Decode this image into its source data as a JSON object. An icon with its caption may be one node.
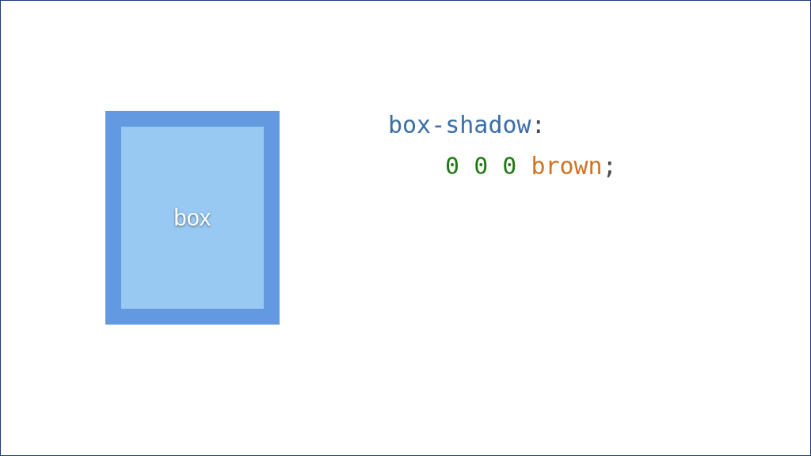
{
  "diagram": {
    "nodes": [
      {
        "text": [
          "box"
        ]
      }
    ],
    "labels": [
      "box-shadow:",
      "0 0 0 brown;"
    ]
  }
}
